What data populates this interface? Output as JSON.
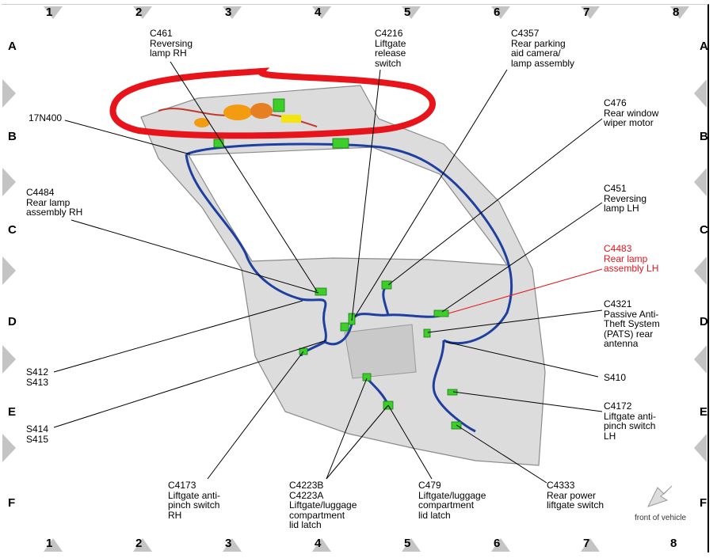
{
  "grid": {
    "columns": [
      "1",
      "2",
      "3",
      "4",
      "5",
      "6",
      "7",
      "8"
    ],
    "rows": [
      "A",
      "B",
      "C",
      "D",
      "E",
      "F"
    ]
  },
  "labels": {
    "c461": {
      "code": "C461",
      "desc1": "Reversing",
      "desc2": "lamp RH"
    },
    "c4216": {
      "code": "C4216",
      "desc1": "Liftgate",
      "desc2": "release",
      "desc3": "switch"
    },
    "c4357": {
      "code": "C4357",
      "desc1": "Rear parking",
      "desc2": "aid camera/",
      "desc3": "lamp assembly"
    },
    "n17n400": {
      "code": "17N400"
    },
    "c476": {
      "code": "C476",
      "desc1": "Rear window",
      "desc2": "wiper motor"
    },
    "c4484": {
      "code": "C4484",
      "desc1": "Rear lamp",
      "desc2": "assembly RH"
    },
    "c451": {
      "code": "C451",
      "desc1": "Reversing",
      "desc2": "lamp LH"
    },
    "c4483": {
      "code": "C4483",
      "desc1": "Rear lamp",
      "desc2": "assembly LH"
    },
    "c4321": {
      "code": "C4321",
      "desc1": "Passive Anti-",
      "desc2": "Theft System",
      "desc3": "(PATS) rear",
      "desc4": "antenna"
    },
    "s410": {
      "code": "S410"
    },
    "s412": {
      "code": "S412",
      "code2": "S413"
    },
    "s414": {
      "code": "S414",
      "code2": "S415"
    },
    "c4172": {
      "code": "C4172",
      "desc1": "Liftgate anti-",
      "desc2": "pinch switch",
      "desc3": "LH"
    },
    "c4173": {
      "code": "C4173",
      "desc1": "Liftgate anti-",
      "desc2": "pinch switch",
      "desc3": "RH"
    },
    "c4223": {
      "code": "C4223B",
      "code2": "C4223A",
      "desc1": "Liftgate/luggage",
      "desc2": "compartment",
      "desc3": "lid latch"
    },
    "c479": {
      "code": "C479",
      "desc1": "Liftgate/luggage",
      "desc2": "compartment",
      "desc3": "lid latch"
    },
    "c4333": {
      "code": "C4333",
      "desc1": "Rear power",
      "desc2": "liftgate switch"
    }
  },
  "front_of_vehicle": "front of vehicle",
  "colors": {
    "highlight": "#e8141b",
    "wire": "#1f3fa0",
    "connector": "#3ccf2a",
    "body": "#d9d9d9"
  }
}
